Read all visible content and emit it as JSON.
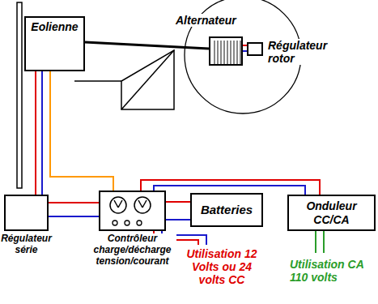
{
  "diagram": {
    "nodes": [
      {
        "text": [
          "Eolienne"
        ]
      },
      {
        "text": [
          "Alternateur"
        ]
      },
      {
        "text": [
          "Régulateur rotor"
        ]
      },
      {
        "text": [
          "Régulateur série"
        ]
      },
      {
        "text": [
          "Contrôleur charge/décharge tension/courant"
        ]
      },
      {
        "text": [
          "Batteries"
        ]
      },
      {
        "text": [
          "Onduleur CC/CA"
        ]
      }
    ],
    "edges": [
      {
        "from": 0,
        "to": 1,
        "arrow": "none"
      },
      {
        "from": 1,
        "to": 2,
        "arrow": "none"
      },
      {
        "from": 0,
        "to": 3,
        "arrow": "none"
      },
      {
        "from": 0,
        "to": 4,
        "arrow": "none"
      },
      {
        "from": 3,
        "to": 4,
        "arrow": "none"
      },
      {
        "from": 4,
        "to": 5,
        "arrow": "none"
      },
      {
        "from": 4,
        "to": 6,
        "arrow": "none"
      }
    ],
    "labels": [
      "Utilisation 12 Volts ou 24 volts CC",
      "Utilisation CA 110 volts"
    ]
  }
}
